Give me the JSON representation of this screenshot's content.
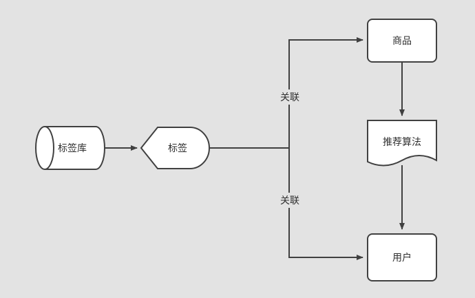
{
  "diagram": {
    "background_color": "#e3e3e3",
    "shape_fill_color": "#ffffff",
    "stroke_color": "#404040",
    "text_color": "#2f2f2f",
    "nodes": {
      "tag_library": {
        "label": "标签库",
        "shape": "horizontal-cylinder"
      },
      "tag": {
        "label": "标签",
        "shape": "display"
      },
      "product": {
        "label": "商品",
        "shape": "rounded-rectangle"
      },
      "recommendation_algorithm": {
        "label": "推荐算法",
        "shape": "document"
      },
      "user": {
        "label": "用户",
        "shape": "rounded-rectangle"
      }
    },
    "edge_labels": {
      "assoc_top": "关联",
      "assoc_bottom": "关联"
    }
  }
}
